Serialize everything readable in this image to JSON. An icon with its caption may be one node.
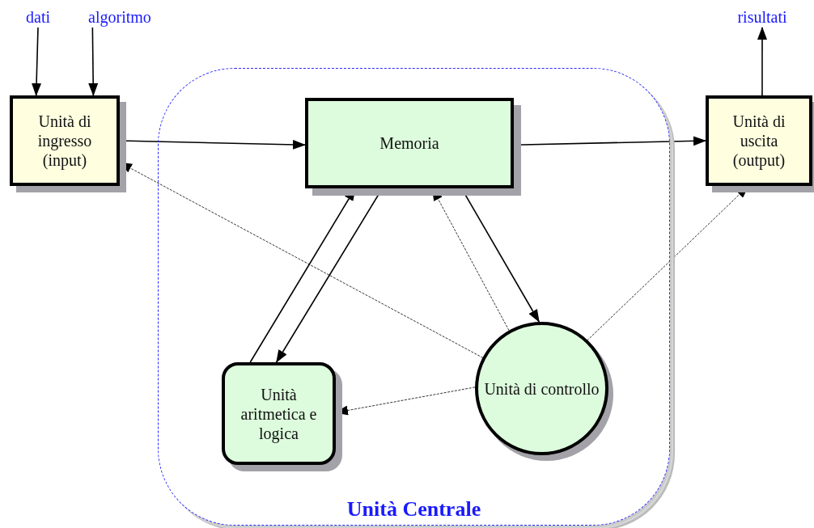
{
  "diagram": {
    "nodes": [
      {
        "text": [
          "dati"
        ]
      },
      {
        "text": [
          "algoritmo"
        ]
      },
      {
        "text": [
          "risultati"
        ]
      },
      {
        "text": [
          "Unità di ingresso (input)"
        ]
      },
      {
        "text": [
          "Unità Centrale"
        ]
      },
      {
        "text": [
          "Memoria"
        ],
        "in": 4
      },
      {
        "text": [
          "Unità aritmetica e logica"
        ],
        "in": 4
      },
      {
        "text": [
          "Unità di controllo"
        ],
        "in": 4
      },
      {
        "text": [
          "Unità di uscita (output)"
        ]
      }
    ],
    "edges": [
      {
        "from": 0,
        "to": 3,
        "arrow": "to"
      },
      {
        "from": 1,
        "to": 3,
        "arrow": "to"
      },
      {
        "from": 3,
        "to": 5,
        "arrow": "to"
      },
      {
        "from": 5,
        "to": 8,
        "arrow": "to"
      },
      {
        "from": 8,
        "to": 2,
        "arrow": "to"
      },
      {
        "from": 6,
        "to": 5,
        "arrow": "to"
      },
      {
        "from": 5,
        "to": 6,
        "arrow": "to"
      },
      {
        "from": 5,
        "to": 7,
        "arrow": "to"
      },
      {
        "from": 7,
        "to": 5,
        "arrow": "to",
        "style": "dashed"
      },
      {
        "from": 7,
        "to": 3,
        "arrow": "to",
        "style": "dashed"
      },
      {
        "from": 7,
        "to": 6,
        "arrow": "to",
        "style": "dashed"
      },
      {
        "from": 7,
        "to": 8,
        "arrow": "to",
        "style": "dashed"
      }
    ]
  }
}
